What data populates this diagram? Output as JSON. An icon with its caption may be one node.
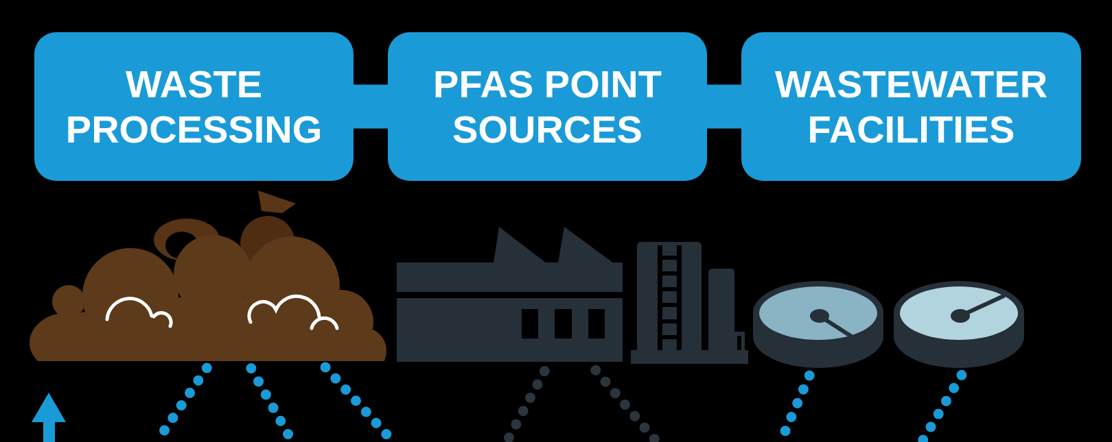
{
  "diagram": {
    "nodes": [
      {
        "text": [
          "WASTE PROCESSING"
        ]
      },
      {
        "text": [
          "PFAS POINT SOURCES"
        ]
      },
      {
        "text": [
          "WASTEWATER FACILITIES"
        ]
      },
      {
        "text": [],
        "shape": "picture"
      },
      {
        "text": [],
        "shape": "picture"
      },
      {
        "text": [],
        "shape": "picture"
      },
      {
        "text": [],
        "shape": "picture"
      }
    ],
    "edges": [
      {
        "from": 0,
        "to": 1,
        "arrow": "none",
        "style": "thick"
      },
      {
        "from": 1,
        "to": 2,
        "arrow": "none",
        "style": "thick"
      },
      {
        "from": 3,
        "to": null,
        "arrow": "none",
        "style": "dashed"
      },
      {
        "from": 3,
        "to": null,
        "arrow": "none",
        "style": "dashed"
      },
      {
        "from": 3,
        "to": null,
        "arrow": "none",
        "style": "dashed"
      },
      {
        "from": 4,
        "to": null,
        "arrow": "none",
        "style": "dashed",
        "color": "#2b353e"
      },
      {
        "from": 4,
        "to": null,
        "arrow": "none",
        "style": "dashed",
        "color": "#2b353e"
      },
      {
        "from": 5,
        "to": null,
        "arrow": "none",
        "style": "dashed"
      },
      {
        "from": 6,
        "to": null,
        "arrow": "none",
        "style": "dashed"
      }
    ]
  }
}
